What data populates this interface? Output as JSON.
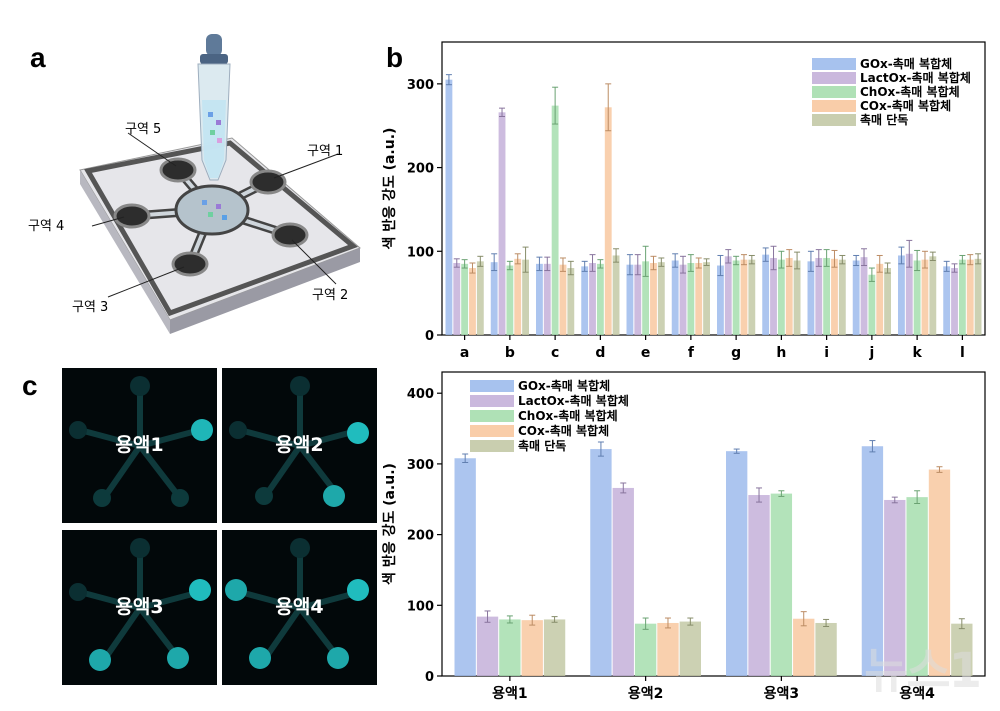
{
  "panels": {
    "a": "a",
    "b": "b",
    "c": "c"
  },
  "schematic": {
    "zones": [
      "구역 1",
      "구역 2",
      "구역 3",
      "구역 4",
      "구역 5"
    ]
  },
  "fluorescence": {
    "labels": [
      "용액1",
      "용액2",
      "용액3",
      "용액4"
    ]
  },
  "colors": {
    "GOx": "#9dbbec",
    "LactOx": "#c4b0d9",
    "ChOx": "#a6deae",
    "COx": "#f8c8a0",
    "Cat": "#c3c9a6"
  },
  "watermark": "뉴스1",
  "chart_data": [
    {
      "type": "bar",
      "ylabel": "색 반응 강도 (a.u.)",
      "ylim": [
        0,
        350
      ],
      "yticks": [
        0,
        100,
        200,
        300
      ],
      "categories": [
        "a",
        "b",
        "c",
        "d",
        "e",
        "f",
        "g",
        "h",
        "i",
        "j",
        "k",
        "l"
      ],
      "series": [
        {
          "name": "GOx-촉매 복합체",
          "values": [
            305,
            87,
            85,
            82,
            84,
            89,
            83,
            96,
            88,
            89,
            95,
            82
          ],
          "errors": [
            6,
            10,
            8,
            6,
            12,
            8,
            12,
            8,
            12,
            6,
            10,
            6
          ]
        },
        {
          "name": "LactOx-촉매 복합체",
          "values": [
            86,
            266,
            85,
            86,
            84,
            84,
            94,
            92,
            92,
            93,
            97,
            80
          ],
          "errors": [
            5,
            5,
            8,
            10,
            12,
            10,
            8,
            14,
            10,
            10,
            16,
            5
          ]
        },
        {
          "name": "ChOx-촉매 복합체",
          "values": [
            85,
            83,
            274,
            85,
            88,
            86,
            89,
            90,
            92,
            72,
            89,
            90
          ],
          "errors": [
            5,
            5,
            22,
            5,
            18,
            10,
            5,
            10,
            10,
            8,
            12,
            5
          ]
        },
        {
          "name": "COx-촉매 복합체",
          "values": [
            80,
            91,
            84,
            272,
            86,
            86,
            90,
            92,
            91,
            85,
            90,
            90
          ],
          "errors": [
            6,
            6,
            8,
            28,
            8,
            6,
            6,
            10,
            10,
            10,
            10,
            6
          ]
        },
        {
          "name": "촉매 단독",
          "values": [
            88,
            90,
            80,
            95,
            87,
            87,
            90,
            89,
            90,
            80,
            94,
            91
          ],
          "errors": [
            6,
            15,
            8,
            8,
            5,
            4,
            5,
            10,
            5,
            6,
            5,
            6
          ]
        }
      ]
    },
    {
      "type": "bar",
      "ylabel": "색 반응 강도 (a.u.)",
      "ylim": [
        0,
        430
      ],
      "yticks": [
        0,
        100,
        200,
        300,
        400
      ],
      "categories": [
        "용액1",
        "용액2",
        "용액3",
        "용액4"
      ],
      "series": [
        {
          "name": "GOx-촉매 복합체",
          "values": [
            308,
            321,
            318,
            325
          ],
          "errors": [
            6,
            10,
            3,
            8
          ]
        },
        {
          "name": "LactOx-촉매 복합체",
          "values": [
            84,
            266,
            256,
            249
          ],
          "errors": [
            8,
            7,
            10,
            4
          ]
        },
        {
          "name": "ChOx-촉매 복합체",
          "values": [
            80,
            74,
            258,
            253
          ],
          "errors": [
            5,
            8,
            4,
            9
          ]
        },
        {
          "name": "COx-촉매 복합체",
          "values": [
            79,
            75,
            81,
            292
          ],
          "errors": [
            7,
            7,
            10,
            4
          ]
        },
        {
          "name": "촉매 단독",
          "values": [
            80,
            77,
            75,
            74
          ],
          "errors": [
            4,
            5,
            5,
            7
          ]
        }
      ]
    }
  ]
}
